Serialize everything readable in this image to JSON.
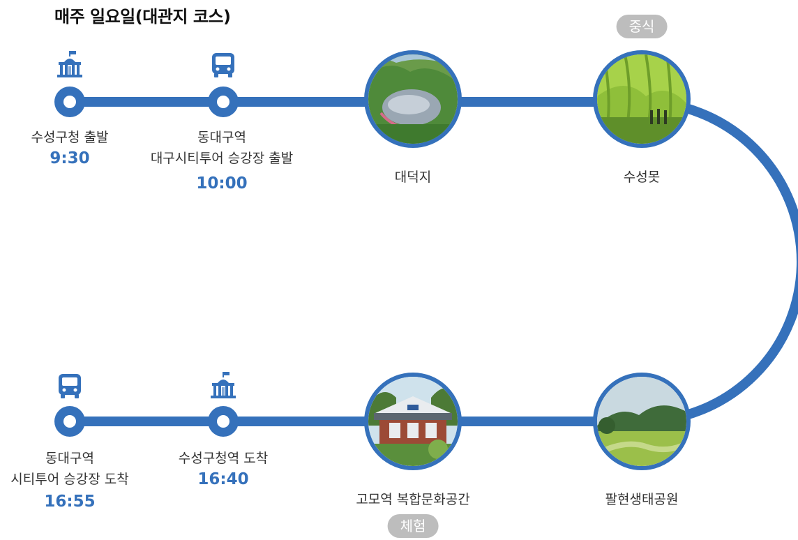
{
  "title": "매주 일요일(대관지 코스)",
  "colors": {
    "route": "#3571bb",
    "badge": "#bdbdbd",
    "time": "#3571bb"
  },
  "stops_top": [
    {
      "icon": "government-building-icon",
      "label": "수성구청 출발",
      "time": "9:30"
    },
    {
      "icon": "bus-icon",
      "label_line1": "동대구역",
      "label_line2": "대구시티투어 승강장 출발",
      "time": "10:00"
    },
    {
      "photo": "pond-photo",
      "label": "대덕지"
    },
    {
      "photo": "willow-trees-photo",
      "label": "수성못",
      "badge": "중식"
    }
  ],
  "stops_bottom": [
    {
      "icon": "bus-icon",
      "label_line1": "동대구역",
      "label_line2": "시티투어 승강장 도착",
      "time": "16:55"
    },
    {
      "icon": "government-building-icon",
      "label": "수성구청역 도착",
      "time": "16:40"
    },
    {
      "photo": "station-building-photo",
      "label": "고모역 복합문화공간",
      "badge": "체험"
    },
    {
      "photo": "wetland-park-photo",
      "label": "팔현생태공원"
    }
  ]
}
